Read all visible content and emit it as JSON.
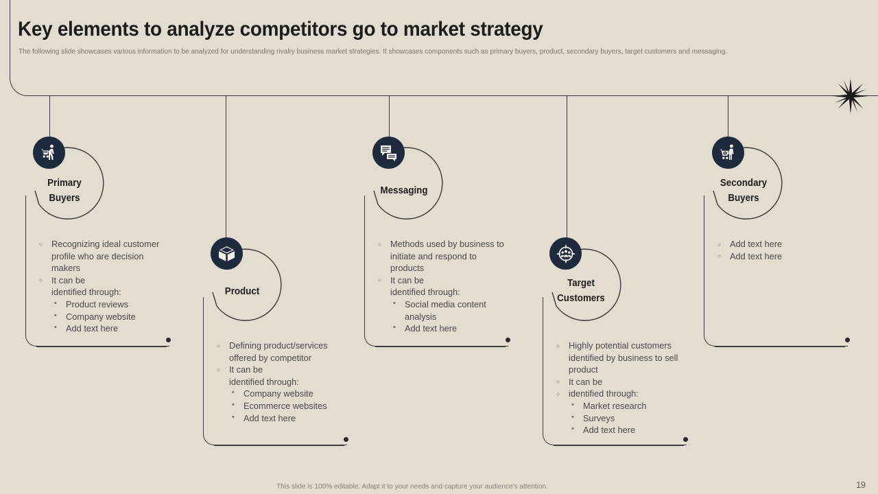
{
  "slide": {
    "title": "Key elements to analyze competitors go to market strategy",
    "subtitle": "The following slide showcases various information to be analyzed for understanding rivalry business market strategies. It showcases components such as primary buyers, product, secondary buyers, target customers and messaging.",
    "footer_note": "This slide is 100% editable. Adapt it to your needs and capture your audience's attention.",
    "page_number": "19",
    "colors": {
      "background": "#e3dcd0",
      "ink": "#2b2b2b",
      "badge": "#1f2b3d",
      "muted_text": "#7b756c",
      "body_text": "#4a4a4a"
    },
    "decoration": {
      "sparkle": "sparkle-star-icon"
    }
  },
  "nodes": [
    {
      "id": "primary-buyers",
      "label_line1": "Primary",
      "label_line2": "Buyers",
      "icon": "shopper-with-cart-icon",
      "bullets": [
        {
          "level": 1,
          "text": "Recognizing ideal customer profile who are decision makers"
        },
        {
          "level": 1,
          "text": "It can be"
        },
        {
          "level": 1,
          "text": "identified through:",
          "marker": "none"
        },
        {
          "level": 2,
          "text": "Product reviews"
        },
        {
          "level": 2,
          "text": "Company website"
        },
        {
          "level": 2,
          "text": "Add text here"
        }
      ]
    },
    {
      "id": "product",
      "label_line1": "Product",
      "label_line2": "",
      "icon": "open-box-icon",
      "bullets": [
        {
          "level": 1,
          "text": "Defining product/services offered by competitor"
        },
        {
          "level": 1,
          "text": "It can be"
        },
        {
          "level": 1,
          "text": "identified through:",
          "marker": "none"
        },
        {
          "level": 2,
          "text": "Company website"
        },
        {
          "level": 2,
          "text": "Ecommerce websites"
        },
        {
          "level": 2,
          "text": "Add text here"
        }
      ]
    },
    {
      "id": "messaging",
      "label_line1": "Messaging",
      "label_line2": "",
      "icon": "chat-bubbles-icon",
      "bullets": [
        {
          "level": 1,
          "text": "Methods used by business to initiate and respond to products"
        },
        {
          "level": 1,
          "text": "It can be"
        },
        {
          "level": 1,
          "text": "identified through:",
          "marker": "none"
        },
        {
          "level": 2,
          "text": "Social media content analysis"
        },
        {
          "level": 2,
          "text": "Add text here"
        }
      ]
    },
    {
      "id": "target-customers",
      "label_line1": "Target",
      "label_line2": "Customers",
      "icon": "target-audience-icon",
      "bullets": [
        {
          "level": 1,
          "text": "Highly potential customers identified by business to sell product"
        },
        {
          "level": 1,
          "text": "It can be"
        },
        {
          "level": 1,
          "text": "identified through:"
        },
        {
          "level": 2,
          "text": "Market research"
        },
        {
          "level": 2,
          "text": "Surveys"
        },
        {
          "level": 2,
          "text": "Add text here"
        }
      ]
    },
    {
      "id": "secondary-buyers",
      "label_line1": "Secondary",
      "label_line2": "Buyers",
      "icon": "cart-buyer-icon",
      "bullets": [
        {
          "level": 1,
          "text": "Add text here"
        },
        {
          "level": 1,
          "text": "Add text here"
        }
      ]
    }
  ]
}
